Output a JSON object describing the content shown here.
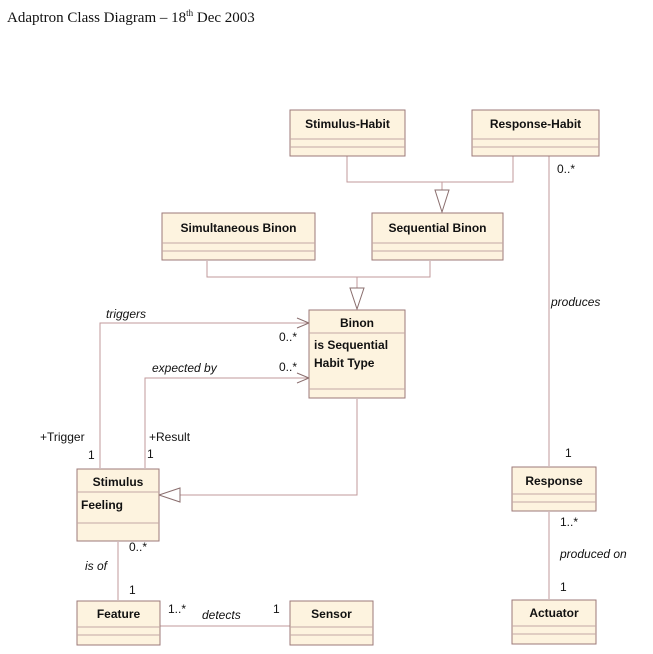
{
  "title": {
    "prefix": "Adaptron Class Diagram – 18",
    "superscript": "th",
    "suffix": " Dec 2003"
  },
  "classes": {
    "stimulus_habit": {
      "name": "Stimulus-Habit"
    },
    "response_habit": {
      "name": "Response-Habit"
    },
    "simultaneous_binon": {
      "name": "Simultaneous Binon"
    },
    "sequential_binon": {
      "name": "Sequential Binon"
    },
    "binon": {
      "name": "Binon",
      "attributes": [
        "is Sequential",
        "Habit Type"
      ]
    },
    "stimulus": {
      "name": "Stimulus",
      "attributes": [
        "Feeling"
      ]
    },
    "response": {
      "name": "Response"
    },
    "feature": {
      "name": "Feature"
    },
    "sensor": {
      "name": "Sensor"
    },
    "actuator": {
      "name": "Actuator"
    }
  },
  "associations": {
    "triggers": {
      "label": "triggers",
      "role": "+Trigger",
      "source_mult": "1",
      "target_mult": "0..*"
    },
    "expected_by": {
      "label": "expected by",
      "role": "+Result",
      "source_mult": "1",
      "target_mult": "0..*"
    },
    "produces": {
      "label": "produces",
      "source_mult": "0..*",
      "target_mult": "1"
    },
    "produced_on": {
      "label": "produced on",
      "source_mult": "1..*",
      "target_mult": "1"
    },
    "is_of": {
      "label": "is of",
      "source_mult": "0..*",
      "target_mult": "1"
    },
    "detects": {
      "label": "detects",
      "source_mult": "1..*",
      "target_mult": "1"
    }
  }
}
